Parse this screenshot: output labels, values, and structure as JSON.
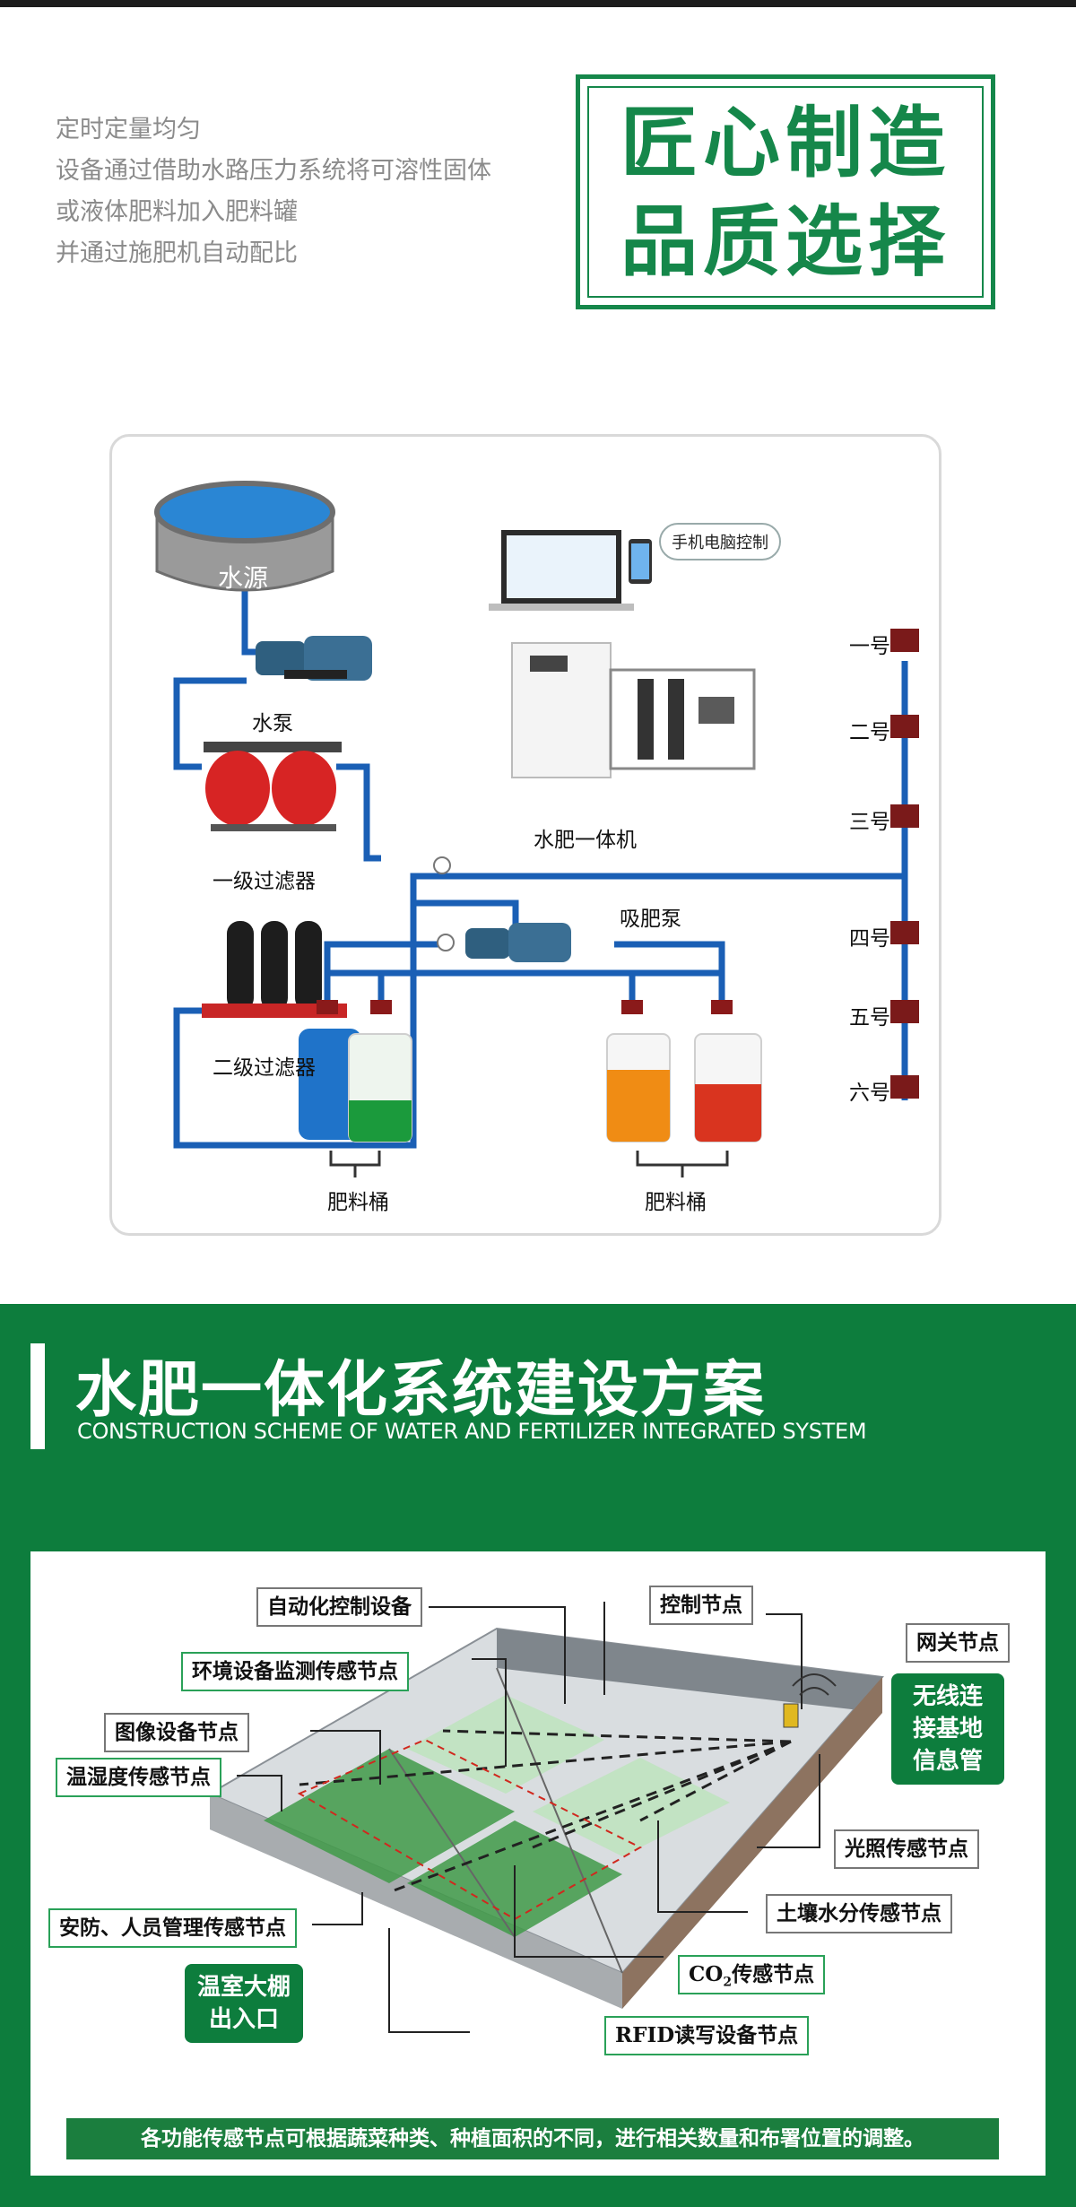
{
  "intro": {
    "lines": [
      "定时定量均匀",
      "设备通过借助水路压力系统将可溶性固体",
      "或液体肥料加入肥料罐",
      "并通过施肥机自动配比"
    ]
  },
  "craft": {
    "line1": "匠心制造",
    "line2": "品质选择"
  },
  "diagram": {
    "water_source": "水源",
    "pump": "水泵",
    "filter1": "一级过滤器",
    "filter2": "二级过滤器",
    "control_bubble": "手机电脑控制",
    "machine": "水肥一体机",
    "suction_pump": "吸肥泵",
    "tank_label_1": "肥料桶",
    "tank_label_2": "肥料桶",
    "valves": [
      "一号",
      "二号",
      "三号",
      "四号",
      "五号",
      "六号"
    ],
    "colors": {
      "pipe": "#1a5fb5",
      "tank_blue": "#1f73c9",
      "tank_green": "#1b9a3c",
      "tank_orange": "#f08c14",
      "tank_red": "#d9341f"
    }
  },
  "scheme": {
    "title": "水肥一体化系统建设方案",
    "subtitle": "CONSTRUCTION SCHEME OF WATER AND FERTILIZER INTEGRATED SYSTEM",
    "labels": {
      "auto_control": "自动化控制设备",
      "control_node": "控制节点",
      "gateway_node": "网关节点",
      "env_monitor": "环境设备监测传感节点",
      "image_node": "图像设备节点",
      "temp_humidity": "温湿度传感节点",
      "light_sensor": "光照传感节点",
      "soil_moisture": "土壤水分传感节点",
      "security": "安防、人员管理传感节点",
      "co2_prefix": "CO",
      "co2_sub": "2",
      "co2_suffix": "传感节点",
      "rfid": "RFID读写设备节点"
    },
    "wireless": [
      "无线连",
      "接基地",
      "信息管"
    ],
    "entrance": [
      "温室大棚",
      "出入口"
    ],
    "note": "各功能传感节点可根据蔬菜种类、种植面积的不同，进行相关数量和布署位置的调整。"
  }
}
